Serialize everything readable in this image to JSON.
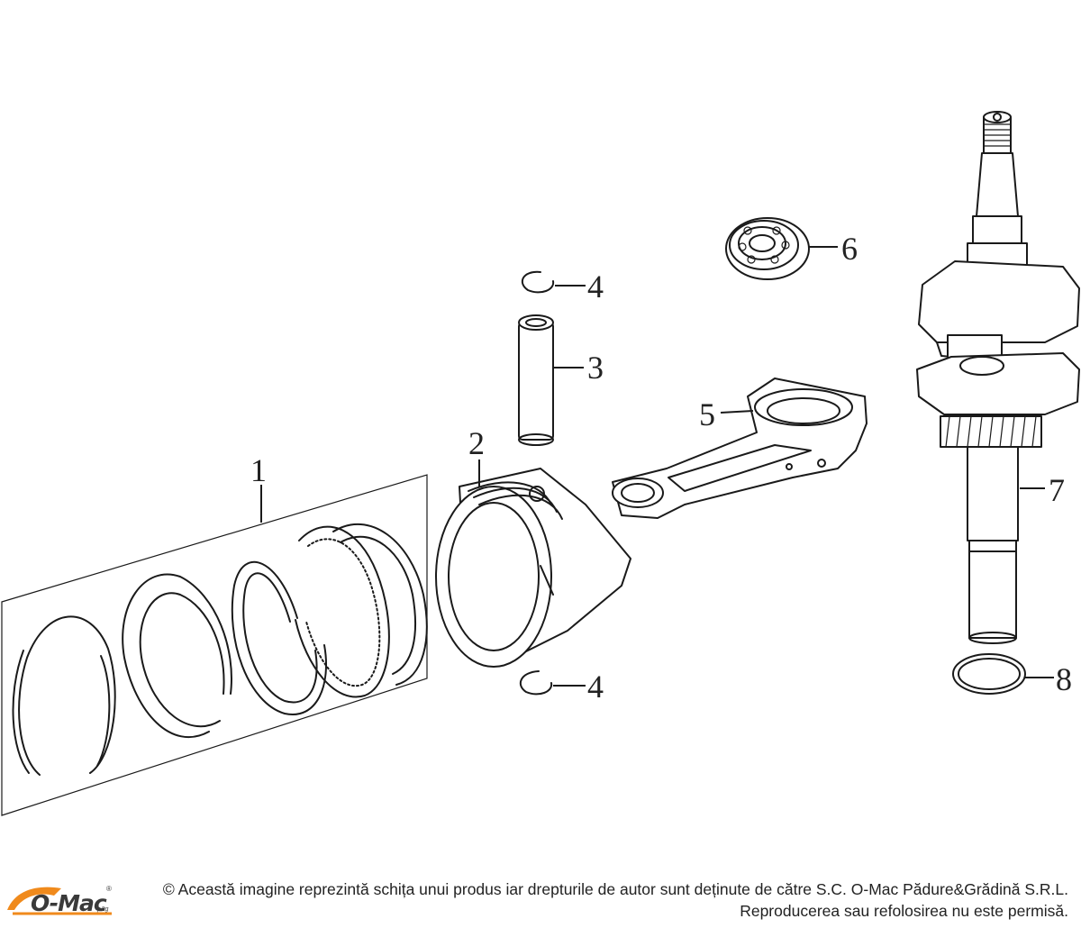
{
  "diagram": {
    "callouts": [
      {
        "id": "1",
        "part": "piston-rings-set"
      },
      {
        "id": "2",
        "part": "piston"
      },
      {
        "id": "3",
        "part": "piston-pin"
      },
      {
        "id": "4",
        "part": "circlip"
      },
      {
        "id": "5",
        "part": "connecting-rod"
      },
      {
        "id": "6",
        "part": "ball-bearing"
      },
      {
        "id": "7",
        "part": "crankshaft"
      },
      {
        "id": "8",
        "part": "seal-ring"
      }
    ],
    "labels": {
      "c1": "1",
      "c2": "2",
      "c3": "3",
      "c4a": "4",
      "c4b": "4",
      "c5": "5",
      "c6": "6",
      "c7": "7",
      "c8": "8"
    }
  },
  "footer": {
    "logo": {
      "text": "O-Mac",
      "sub": "p&g",
      "reg": "®",
      "colors": {
        "accent": "#f08a1c",
        "text": "#3a3a3a"
      }
    },
    "copyright_line1": "© Această imagine reprezintă schița unui produs iar drepturile de autor sunt deținute de către S.C. O-Mac Pădure&Grădină S.R.L.",
    "copyright_line2": "Reproducerea sau refolosirea nu este permisă."
  }
}
